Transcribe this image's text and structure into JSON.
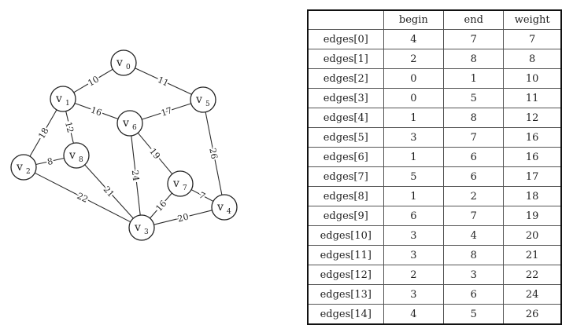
{
  "graph": {
    "vertices": [
      {
        "id": "v0",
        "letter": "v",
        "index": "0"
      },
      {
        "id": "v1",
        "letter": "v",
        "index": "1"
      },
      {
        "id": "v2",
        "letter": "v",
        "index": "2"
      },
      {
        "id": "v3",
        "letter": "v",
        "index": "3"
      },
      {
        "id": "v4",
        "letter": "v",
        "index": "4"
      },
      {
        "id": "v5",
        "letter": "v",
        "index": "5"
      },
      {
        "id": "v6",
        "letter": "v",
        "index": "6"
      },
      {
        "id": "v7",
        "letter": "v",
        "index": "7"
      },
      {
        "id": "v8",
        "letter": "v",
        "index": "8"
      }
    ],
    "edges": [
      {
        "from": "v0",
        "to": "v1",
        "weight": "10"
      },
      {
        "from": "v0",
        "to": "v5",
        "weight": "11"
      },
      {
        "from": "v1",
        "to": "v6",
        "weight": "16"
      },
      {
        "from": "v6",
        "to": "v5",
        "weight": "17"
      },
      {
        "from": "v1",
        "to": "v2",
        "weight": "18"
      },
      {
        "from": "v1",
        "to": "v8",
        "weight": "12"
      },
      {
        "from": "v2",
        "to": "v8",
        "weight": "8"
      },
      {
        "from": "v2",
        "to": "v3",
        "weight": "22"
      },
      {
        "from": "v8",
        "to": "v3",
        "weight": "21"
      },
      {
        "from": "v6",
        "to": "v3",
        "weight": "24"
      },
      {
        "from": "v6",
        "to": "v7",
        "weight": "19"
      },
      {
        "from": "v7",
        "to": "v3",
        "weight": "16"
      },
      {
        "from": "v7",
        "to": "v4",
        "weight": "7"
      },
      {
        "from": "v3",
        "to": "v4",
        "weight": "20"
      },
      {
        "from": "v5",
        "to": "v4",
        "weight": "26"
      }
    ]
  },
  "table": {
    "headers": {
      "name": "",
      "begin": "begin",
      "end": "end",
      "weight": "weight"
    },
    "rows": [
      {
        "name": "edges[0]",
        "begin": "4",
        "end": "7",
        "weight": "7"
      },
      {
        "name": "edges[1]",
        "begin": "2",
        "end": "8",
        "weight": "8"
      },
      {
        "name": "edges[2]",
        "begin": "0",
        "end": "1",
        "weight": "10"
      },
      {
        "name": "edges[3]",
        "begin": "0",
        "end": "5",
        "weight": "11"
      },
      {
        "name": "edges[4]",
        "begin": "1",
        "end": "8",
        "weight": "12"
      },
      {
        "name": "edges[5]",
        "begin": "3",
        "end": "7",
        "weight": "16"
      },
      {
        "name": "edges[6]",
        "begin": "1",
        "end": "6",
        "weight": "16"
      },
      {
        "name": "edges[7]",
        "begin": "5",
        "end": "6",
        "weight": "17"
      },
      {
        "name": "edges[8]",
        "begin": "1",
        "end": "2",
        "weight": "18"
      },
      {
        "name": "edges[9]",
        "begin": "6",
        "end": "7",
        "weight": "19"
      },
      {
        "name": "edges[10]",
        "begin": "3",
        "end": "4",
        "weight": "20"
      },
      {
        "name": "edges[11]",
        "begin": "3",
        "end": "8",
        "weight": "21"
      },
      {
        "name": "edges[12]",
        "begin": "2",
        "end": "3",
        "weight": "22"
      },
      {
        "name": "edges[13]",
        "begin": "3",
        "end": "6",
        "weight": "24"
      },
      {
        "name": "edges[14]",
        "begin": "4",
        "end": "5",
        "weight": "26"
      }
    ]
  }
}
